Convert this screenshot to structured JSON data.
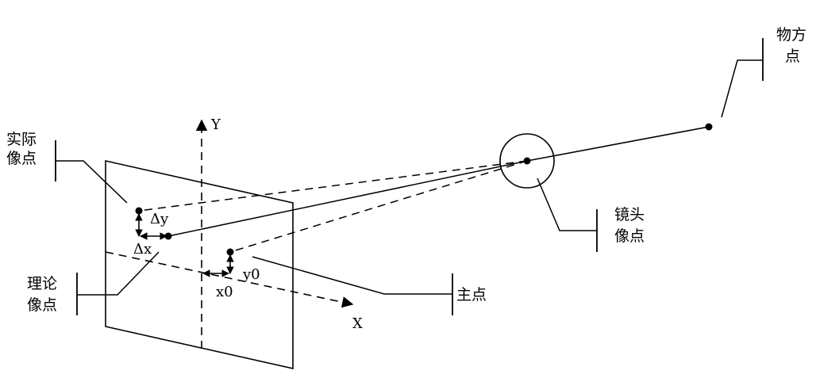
{
  "labels": {
    "object_point_line1": "物方",
    "object_point_line2": "点",
    "actual_image_point_line1": "实际",
    "actual_image_point_line2": "像点",
    "theoretical_image_point_line1": "理论",
    "theoretical_image_point_line2": "像点",
    "lens_image_point_line1": "镜头",
    "lens_image_point_line2": "像点",
    "principal_point": "主点",
    "axis_x": "X",
    "axis_y": "Y",
    "delta_x": "Δx",
    "delta_y": "Δy",
    "x0": "x0",
    "y0": "y0"
  },
  "colors": {
    "ink": "#000000",
    "background": "#ffffff"
  }
}
